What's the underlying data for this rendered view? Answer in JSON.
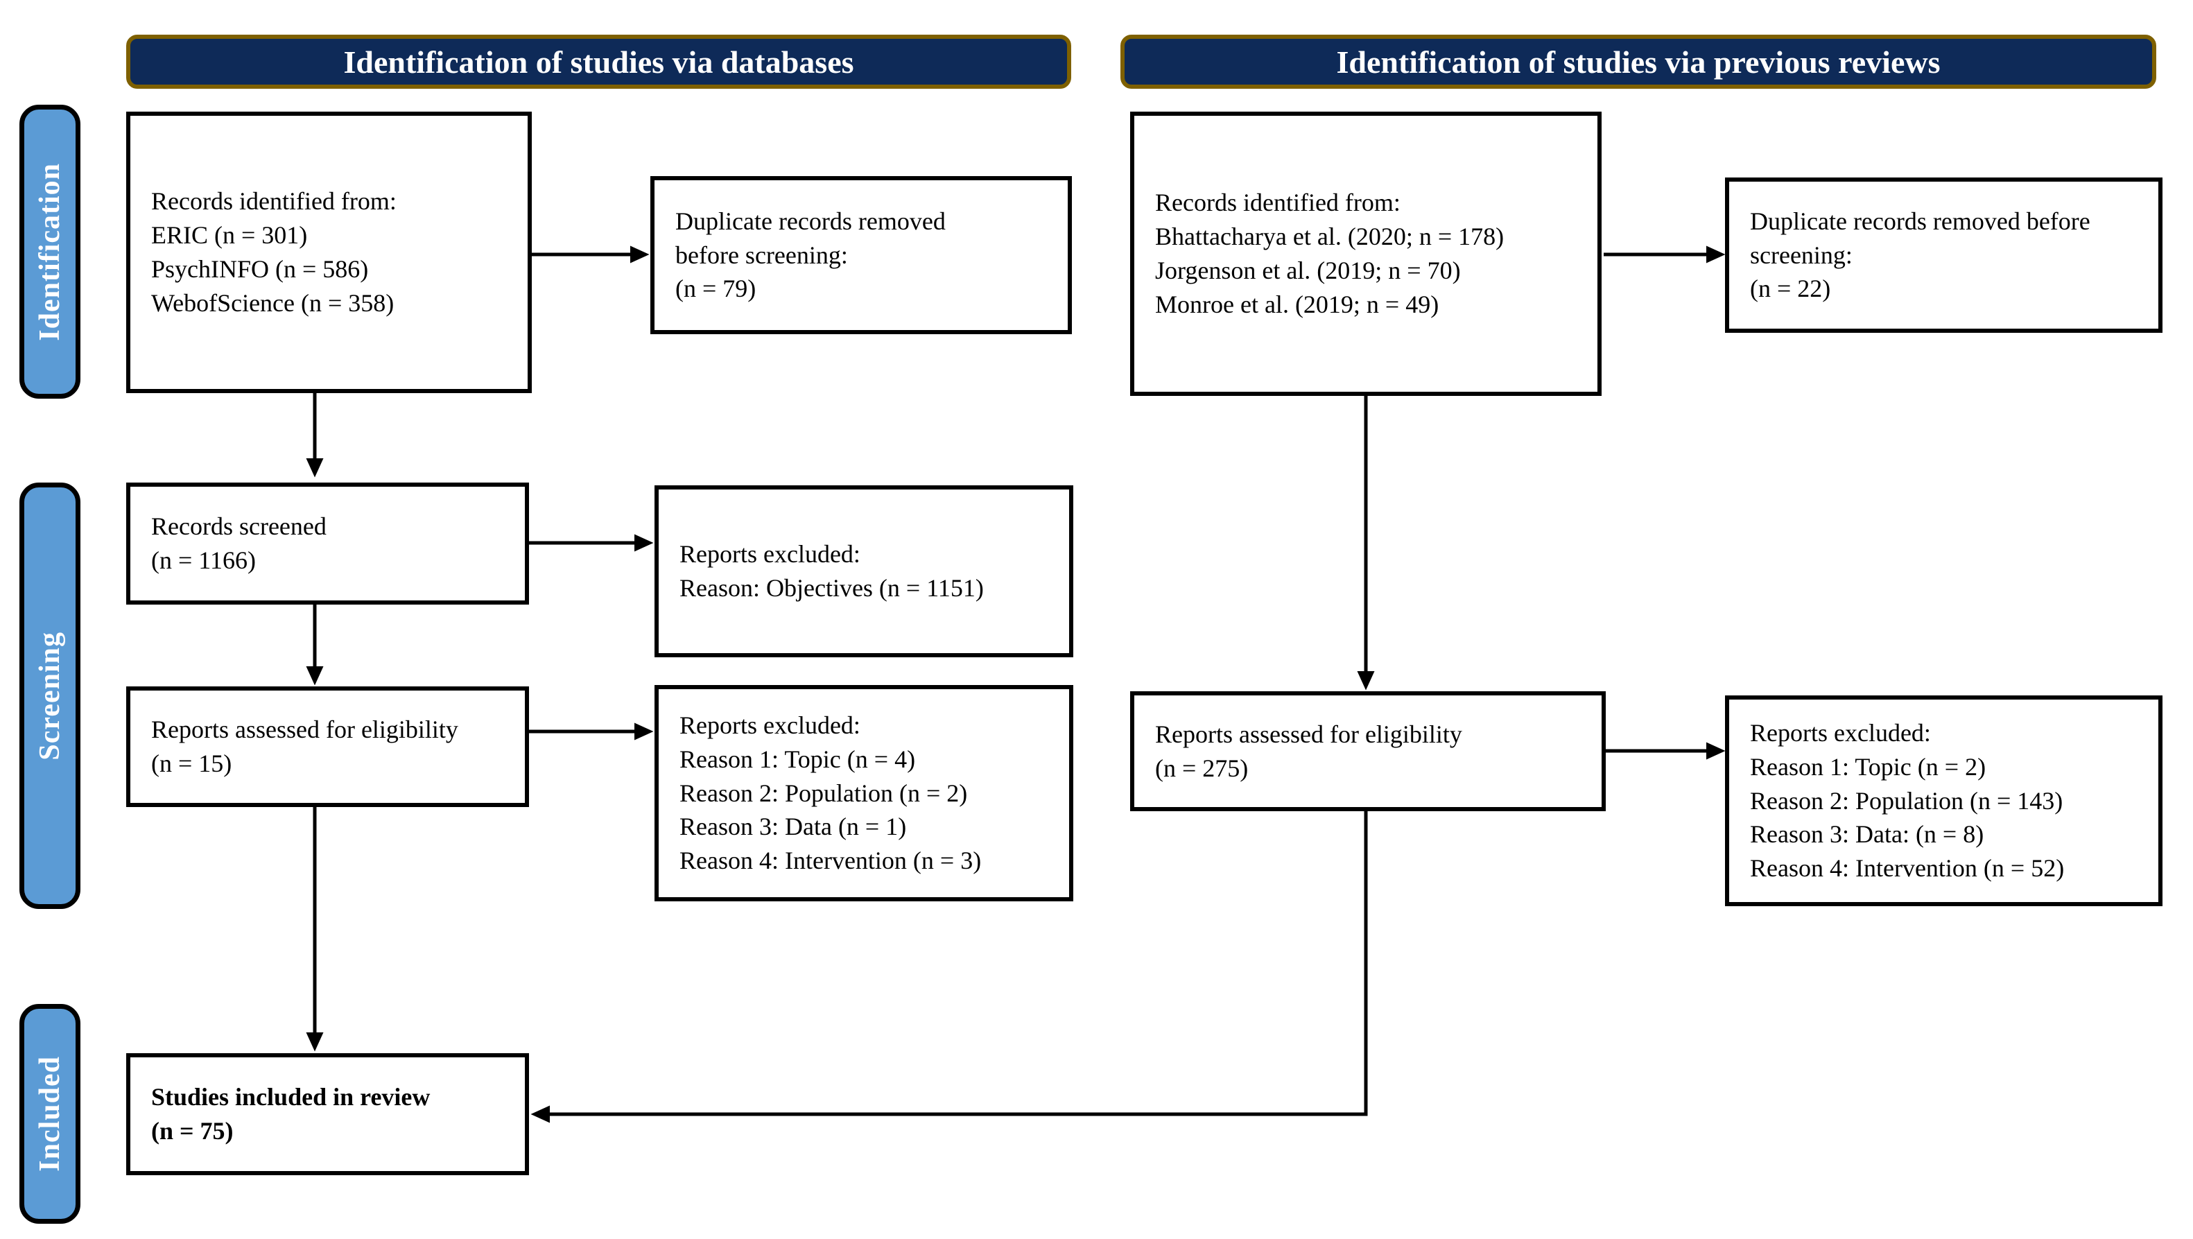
{
  "headers": {
    "databases": "Identification of studies via databases",
    "reviews": "Identification of studies via previous reviews"
  },
  "stages": {
    "identification": "Identification",
    "screening": "Screening",
    "included": "Included"
  },
  "boxes": {
    "db_records_identified": "Records identified from:\nERIC (n = 301)\nPsychINFO (n = 586)\nWebofScience (n = 358)",
    "db_duplicates_removed": "Duplicate records removed\nbefore screening:\n(n = 79)",
    "db_records_screened": "Records screened\n(n = 1166)",
    "db_reports_excluded_screening": "Reports excluded:\nReason: Objectives (n = 1151)",
    "db_reports_assessed": "Reports assessed for eligibility\n(n = 15)",
    "db_reports_excluded_eligibility": "Reports excluded:\nReason 1: Topic (n = 4)\nReason 2: Population (n = 2)\nReason 3: Data (n = 1)\nReason 4: Intervention (n = 3)",
    "rev_records_identified": "Records identified from:\nBhattacharya et al. (2020; n = 178)\nJorgenson et al. (2019; n = 70)\nMonroe et al. (2019; n = 49)",
    "rev_duplicates_removed": "Duplicate records removed before\nscreening:\n(n = 22)",
    "rev_reports_assessed": "Reports assessed for eligibility\n(n = 275)",
    "rev_reports_excluded_eligibility": "Reports excluded:\nReason 1: Topic (n = 2)\nReason 2: Population (n = 143)\nReason 3: Data: (n = 8)\nReason 4: Intervention (n = 52)",
    "studies_included": "Studies included in review\n(n = 75)"
  },
  "colors": {
    "header_fill": "#0E2A58",
    "header_border": "#7E6000",
    "header_text": "#FFFFFF",
    "stage_fill": "#5B9BD5",
    "stage_text": "#FFFFFF",
    "box_fill": "#FFFFFF",
    "box_border": "#000000",
    "box_text": "#000000",
    "arrow": "#000000"
  }
}
